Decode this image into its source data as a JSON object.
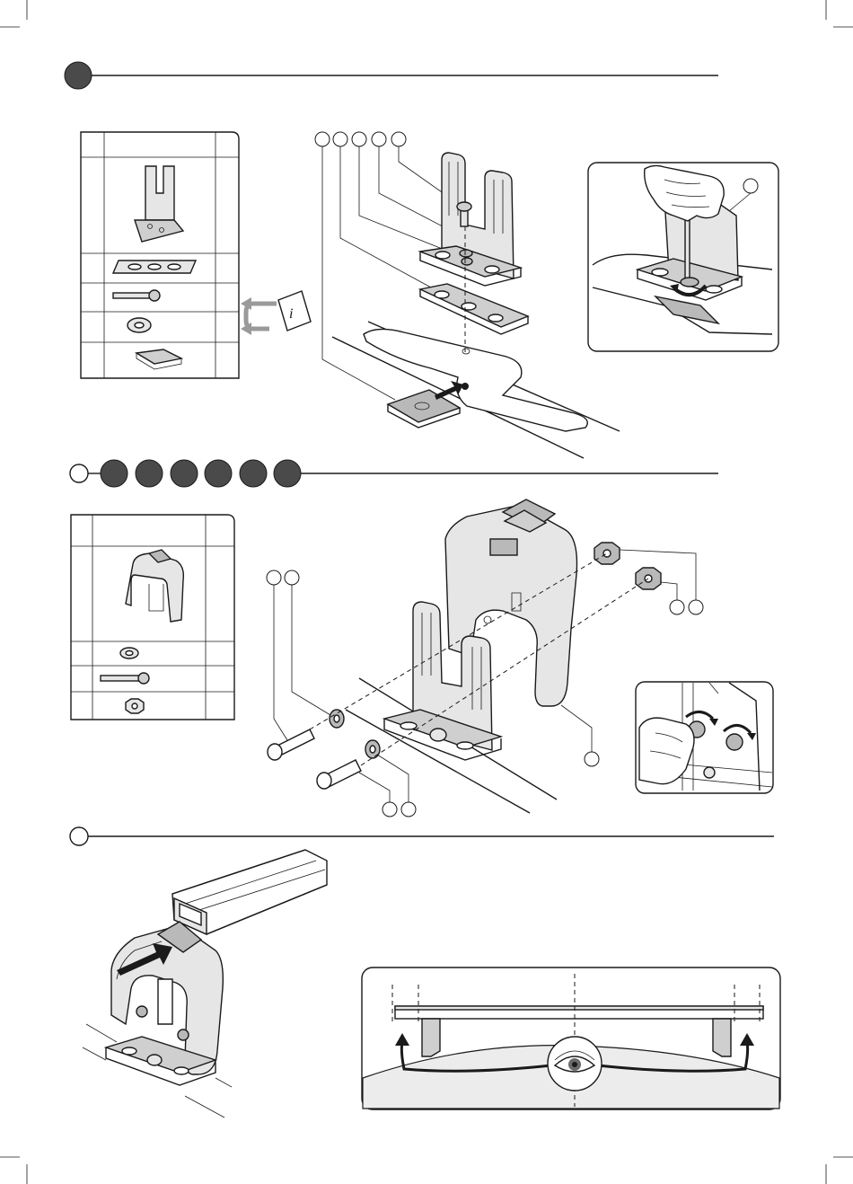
{
  "colors": {
    "ink": "#1a1a1a",
    "step_badge": "#4a4a4a",
    "part_fill": "#e6e6e6",
    "arrow_grey": "#9a9a9a"
  },
  "icons": {
    "info_card": "info-booklet-icon",
    "eye": "eye-icon"
  },
  "sections": [
    {
      "name": "step-1",
      "badges": 1
    },
    {
      "name": "step-2",
      "badges": 7
    },
    {
      "name": "step-3",
      "badges": 1
    }
  ]
}
